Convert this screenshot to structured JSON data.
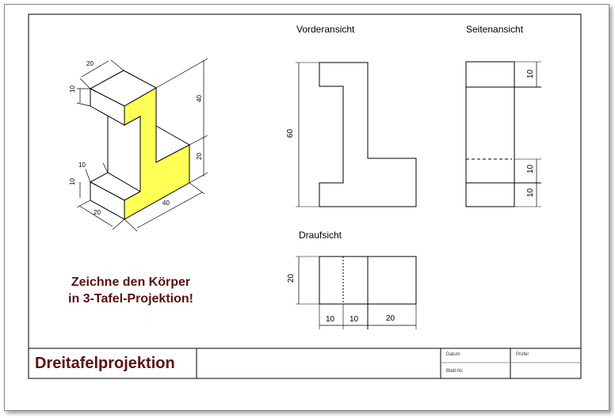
{
  "views": {
    "front": "Vorderansicht",
    "side": "Seitenansicht",
    "top": "Draufsicht"
  },
  "iso_dims": {
    "top_width": "20",
    "top_height": "10",
    "total_40": "40",
    "step_20": "20",
    "bottom_offset": "10",
    "bottom_height": "10",
    "bottom_depth": "20",
    "length": "40"
  },
  "front_dims": {
    "height": "60"
  },
  "side_dims": {
    "top": "10",
    "mid": "10",
    "bottom": "10"
  },
  "top_dims": {
    "depth": "20",
    "a": "10",
    "b": "10",
    "c": "20"
  },
  "task": {
    "line1": "Zeichne den Körper",
    "line2": "in 3-Tafel-Projektion!"
  },
  "title_block": {
    "title": "Dreitafelprojektion",
    "datum": "Datum",
    "pruefer": "Prüfer",
    "blatt": "Blatt-Nr."
  },
  "colors": {
    "highlight": "#ffff55",
    "title": "#5a1010"
  }
}
